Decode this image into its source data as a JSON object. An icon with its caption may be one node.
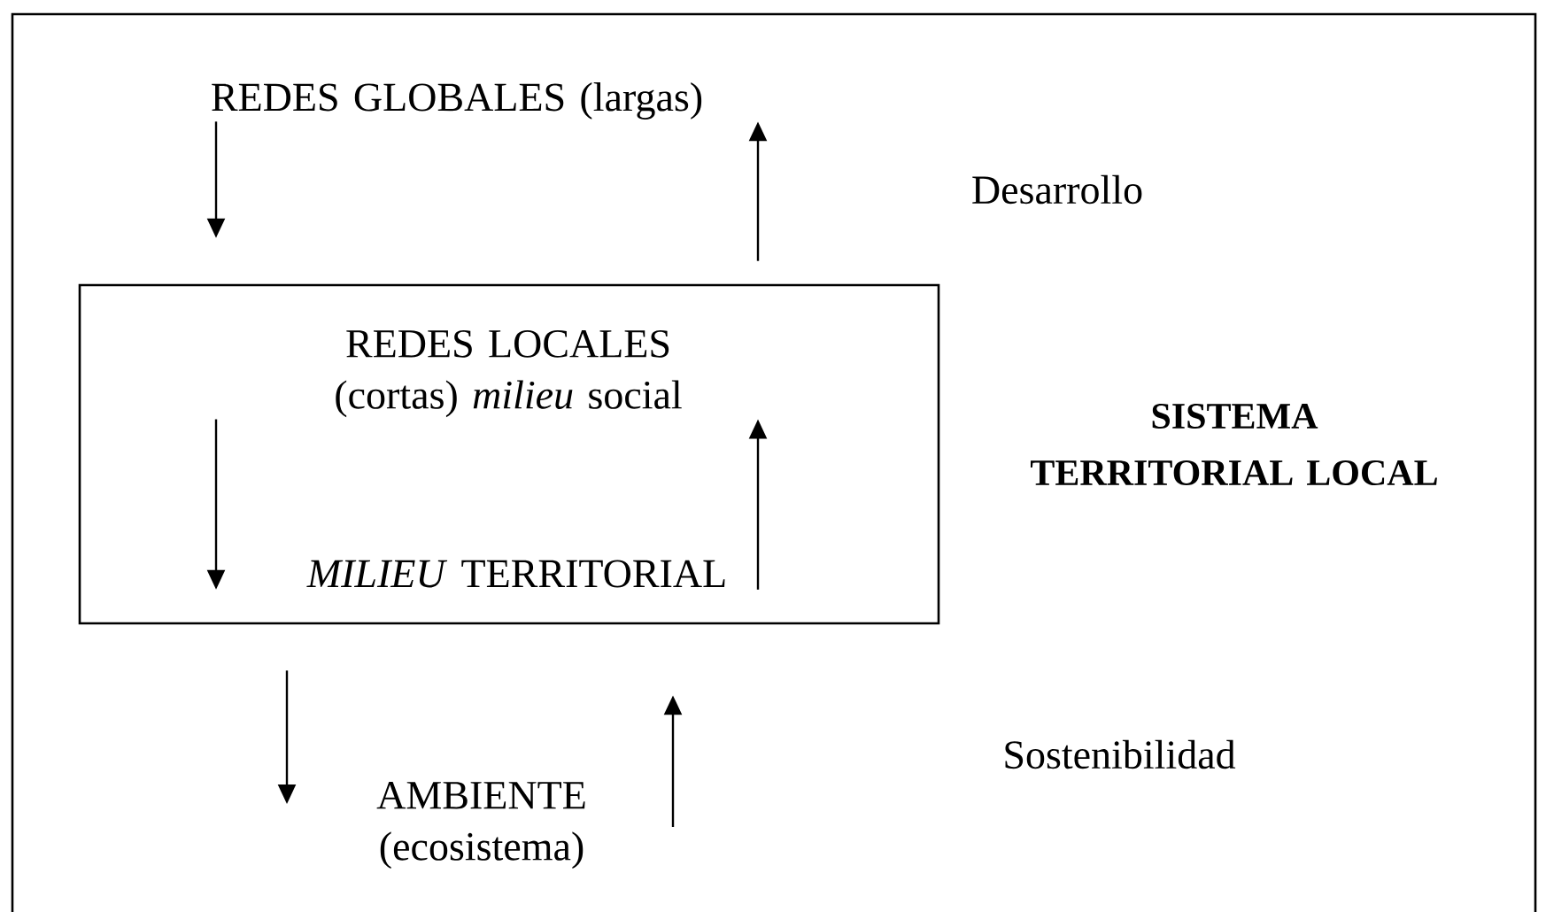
{
  "diagram": {
    "nodes": [
      {
        "text": [
          "REDES GLOBALES (largas)"
        ]
      },
      {
        "text": [],
        "shape": "box"
      },
      {
        "text": [
          "REDES LOCALES (cortas) *milieu* social"
        ],
        "in": 1
      },
      {
        "text": [
          "*MILIEU* TERRITORIAL"
        ],
        "in": 1
      },
      {
        "text": [
          "AMBIENTE (ecosistema)"
        ]
      }
    ],
    "edges": [
      {
        "from": 0,
        "to": 1,
        "arrow": "to"
      },
      {
        "from": 1,
        "to": 0,
        "arrow": "to"
      },
      {
        "from": 2,
        "to": 3,
        "arrow": "to"
      },
      {
        "from": 3,
        "to": 2,
        "arrow": "to"
      },
      {
        "from": 1,
        "to": 4,
        "arrow": "to"
      },
      {
        "from": 4,
        "to": 1,
        "arrow": "to"
      }
    ],
    "labels": [
      "Desarrollo",
      "SISTEMA TERRITORIAL LOCAL",
      "Sostenibilidad"
    ]
  }
}
